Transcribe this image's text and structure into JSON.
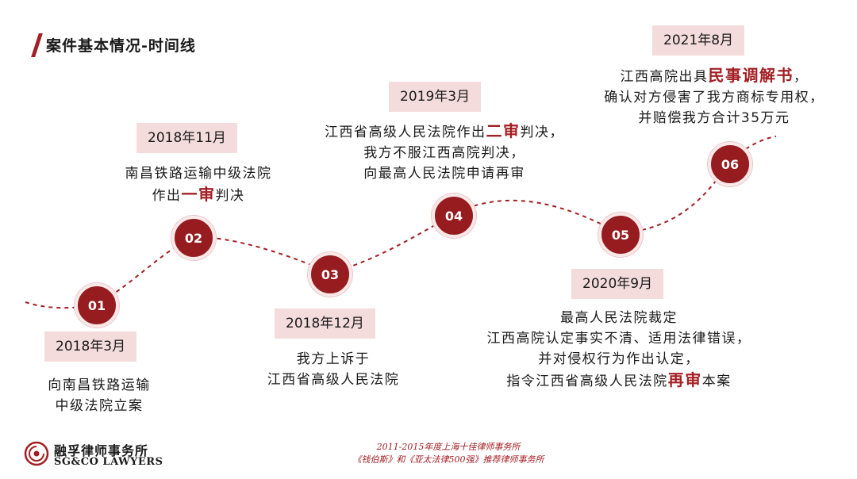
{
  "title": "案件基本情况-时间线",
  "events": [
    {
      "num": "01",
      "date": "2018年3月",
      "desc_lines": [
        [
          "向南昌铁路运输"
        ],
        [
          "中级法院立案"
        ]
      ]
    },
    {
      "num": "02",
      "date": "2018年11月",
      "desc_lines": [
        [
          "南昌铁路运输中级法院"
        ],
        [
          "作出",
          {
            "hl": "一审"
          },
          "判决"
        ]
      ]
    },
    {
      "num": "03",
      "date": "2018年12月",
      "desc_lines": [
        [
          "我方上诉于"
        ],
        [
          "江西省高级人民法院"
        ]
      ]
    },
    {
      "num": "04",
      "date": "2019年3月",
      "desc_lines": [
        [
          "江西省高级人民法院作出",
          {
            "hl": "二审"
          },
          "判决，"
        ],
        [
          "我方不服江西高院判决，"
        ],
        [
          "向最高人民法院申请再审"
        ]
      ]
    },
    {
      "num": "05",
      "date": "2020年9月",
      "desc_lines": [
        [
          "最高人民法院裁定"
        ],
        [
          "江西高院认定事实不清、适用法律错误，"
        ],
        [
          "并对侵权行为作出认定，"
        ],
        [
          "指令江西省高级人民法院",
          {
            "hl": "再审"
          },
          "本案"
        ]
      ]
    },
    {
      "num": "06",
      "date": "2021年8月",
      "desc_lines": [
        [
          "江西高院出具",
          {
            "hl": "民事调解书"
          },
          "，"
        ],
        [
          "确认对方侵害了我方商标专用权，"
        ],
        [
          "并赔偿我方合计35万元"
        ]
      ]
    }
  ],
  "logo": {
    "cn": "融孚律师事务所",
    "en": "SG&CO LAWYERS"
  },
  "footer": {
    "line1": "2011-2015年度上海十佳律师事务所",
    "line2": "《钱伯斯》和《亚太法律500强》推荐律师事务所"
  },
  "colors": {
    "accent": "#a31f24",
    "node": "#961c1f",
    "date_bg": "#f4dcdc"
  }
}
